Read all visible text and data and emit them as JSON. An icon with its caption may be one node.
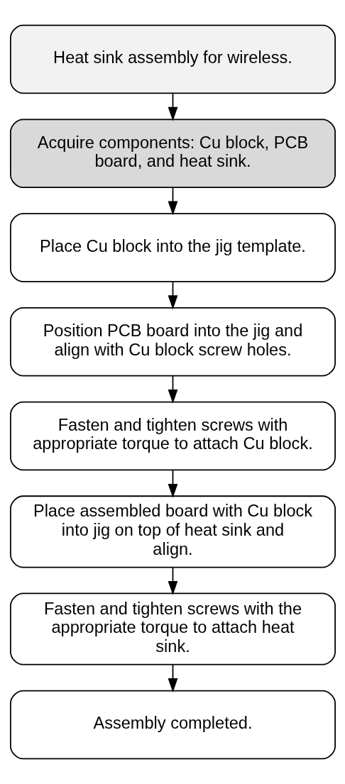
{
  "diagram": {
    "nodes": [
      {
        "text": [
          "Heat sink assembly for wireless."
        ]
      },
      {
        "text": [
          "Acquire components: Cu block, PCB board, and heat sink."
        ]
      },
      {
        "text": [
          "Place Cu block into the jig template."
        ]
      },
      {
        "text": [
          "Position PCB board into the jig and align with Cu block screw holes."
        ]
      },
      {
        "text": [
          "Fasten and tighten screws with appropriate torque to attach Cu block."
        ]
      },
      {
        "text": [
          "Place assembled board with Cu block into jig on top of heat sink and align."
        ]
      },
      {
        "text": [
          "Fasten and tighten screws with the appropriate torque to attach heat sink."
        ]
      },
      {
        "text": [
          "Assembly completed."
        ]
      }
    ],
    "edges": [
      {
        "from": 0,
        "to": 1,
        "arrow": "to"
      },
      {
        "from": 1,
        "to": 2,
        "arrow": "to"
      },
      {
        "from": 2,
        "to": 3,
        "arrow": "to"
      },
      {
        "from": 3,
        "to": 4,
        "arrow": "to"
      },
      {
        "from": 4,
        "to": 5,
        "arrow": "to"
      },
      {
        "from": 5,
        "to": 6,
        "arrow": "to"
      },
      {
        "from": 6,
        "to": 7,
        "arrow": "to"
      }
    ]
  }
}
